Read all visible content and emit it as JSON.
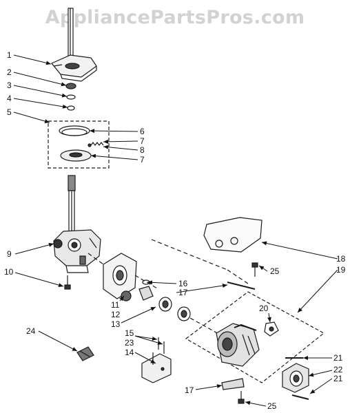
{
  "watermark": "AppliancePartsPros.com",
  "labels": {
    "l1": "1",
    "l2": "2",
    "l3": "3",
    "l4": "4",
    "l5": "5",
    "l6": "6",
    "l7a": "7",
    "l8": "8",
    "l7b": "7",
    "l9": "9",
    "l10": "10",
    "l11": "11",
    "l12": "12",
    "l13": "13",
    "l14": "14",
    "l15": "15",
    "l16": "16",
    "l17a": "17",
    "l17b": "17",
    "l18": "18",
    "l19": "19",
    "l20": "20",
    "l21a": "21",
    "l21b": "21",
    "l22": "22",
    "l23": "23",
    "l24": "24",
    "l25a": "25",
    "l25b": "25"
  }
}
